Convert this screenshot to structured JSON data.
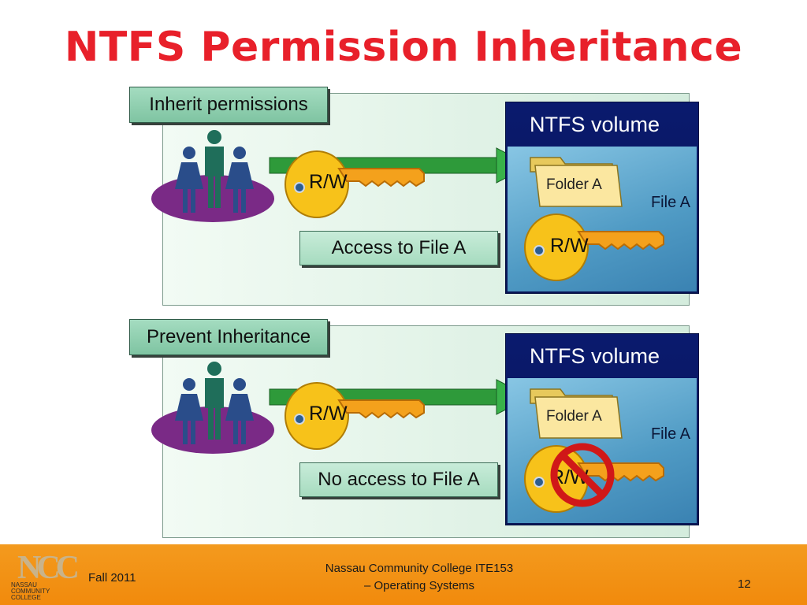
{
  "slide": {
    "title": "NTFS Permission Inheritance"
  },
  "scenarios": [
    {
      "label": "Inherit permissions",
      "key_label": "R/W",
      "access_text": "Access to File A",
      "volume_title": "NTFS volume",
      "folder_label": "Folder A",
      "file_label": "File A",
      "file_key_label": "R/W",
      "blocked": false
    },
    {
      "label": "Prevent Inheritance",
      "key_label": "R/W",
      "access_text": "No access to File A",
      "volume_title": "NTFS volume",
      "folder_label": "Folder A",
      "file_label": "File A",
      "file_key_label": "R/W",
      "blocked": true
    }
  ],
  "footer": {
    "left": "Fall 2011",
    "center_line1": "Nassau Community College   ITE153",
    "center_line2": "– Operating Systems",
    "page": "12",
    "logo_mark": "NCC",
    "logo_text": [
      "NASSAU",
      "COMMUNITY",
      "COLLEGE"
    ]
  },
  "colors": {
    "title": "#e8202a",
    "footer_bg": "#f28a0c",
    "key": "#f7c21a",
    "arrow": "#2e9a3a",
    "volume_header": "#0a1a6e",
    "prohibit": "#d01818"
  },
  "icons": [
    "users-group-icon",
    "key-icon",
    "arrow-right-icon",
    "folder-icon",
    "prohibited-icon"
  ]
}
